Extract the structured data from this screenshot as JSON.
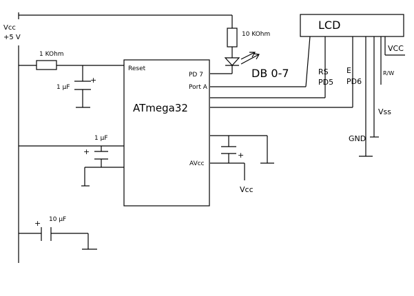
{
  "power": {
    "vcc_label": "Vcc",
    "voltage_label": "+5 V"
  },
  "components": {
    "resistor_reset": "1 KOhm",
    "resistor_led": "10 KOhm",
    "cap_reset": "1 µF",
    "cap_mid": "1 µF",
    "cap_bottom": "10 µF",
    "plus_sign": "+"
  },
  "mcu": {
    "name": "ATmega32",
    "pin_reset": "Reset",
    "pin_pd7": "PD 7",
    "pin_porta": "Port A",
    "pin_avcc": "AVcc",
    "avcc_supply_label": "Vcc"
  },
  "lcd": {
    "name": "LCD",
    "bus_label": "DB 0-7",
    "rs_label": "RS",
    "pd5_label": "PD5",
    "e_label": "E",
    "pd6_label": "PD6",
    "vcc_label": "VCC",
    "rw_label": "R/W",
    "vss_label": "Vss",
    "gnd_label": "GND"
  }
}
